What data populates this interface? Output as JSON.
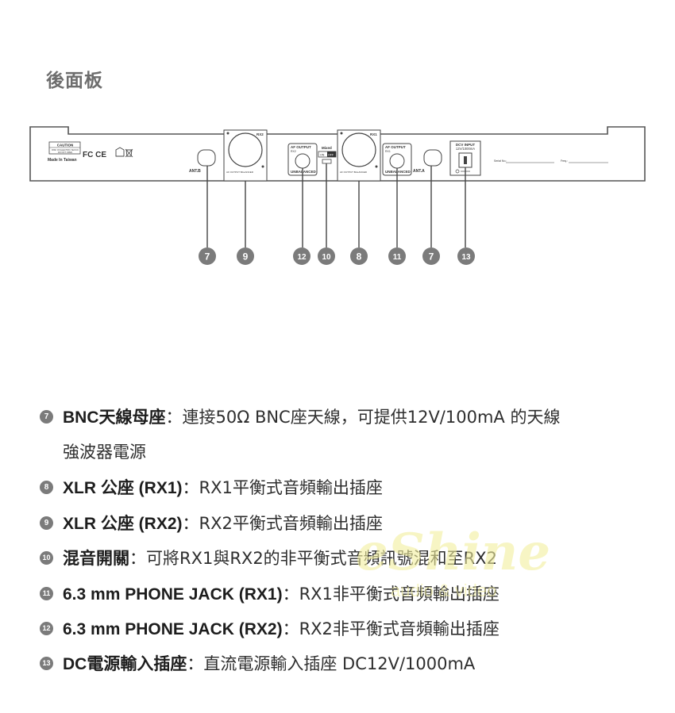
{
  "section_title": "後面板",
  "panel": {
    "caution_title": "CAUTION",
    "caution_line1": "RISK OF ELECTRIC SHOCK",
    "caution_line2": "DO NOT OPEN",
    "made_in": "Made In Taiwan",
    "cert_marks": "FC CE",
    "ant_b": "ANT.B",
    "ant_a": "ANT.A",
    "rx2": "RX2",
    "rx1": "RX1",
    "af_output": "AF OUTPUT",
    "unbalanced": "UNBALANCED",
    "balanced": "AF OUTPUT BALANCED",
    "mixed": "Mixed",
    "on": "ON",
    "off": "OFF",
    "dc_input": "DCV INPUT",
    "dc_rating": "12V/1000mA",
    "serial": "Serial No.:",
    "freq": "Freq.:"
  },
  "callouts": [
    "7",
    "9",
    "12",
    "10",
    "8",
    "11",
    "7",
    "13"
  ],
  "legend": [
    {
      "num": "7",
      "term": "BNC天線母座",
      "desc": "連接50Ω BNC座天線，可提供12V/100mA 的天線",
      "cont": "強波器電源"
    },
    {
      "num": "8",
      "term": "XLR 公座 (RX1)",
      "desc": "RX1平衡式音頻輸出插座"
    },
    {
      "num": "9",
      "term": "XLR 公座 (RX2)",
      "desc": "RX2平衡式音頻輸出插座"
    },
    {
      "num": "10",
      "term": "混音開關",
      "desc": "可將RX1與RX2的非平衡式音頻訊號混和至RX2"
    },
    {
      "num": "11",
      "term": "6.3 mm PHONE JACK (RX1)",
      "desc": "RX1非平衡式音頻輸出插座"
    },
    {
      "num": "12",
      "term": "6.3 mm PHONE JACK (RX2)",
      "desc": "RX2非平衡式音頻輸出插座"
    },
    {
      "num": "13",
      "term": "DC電源輸入插座",
      "desc": "直流電源輸入插座 DC12V/1000mA"
    }
  ],
  "separator": "：",
  "watermark": {
    "brand": "eShine",
    "tagline": "audio & video"
  }
}
